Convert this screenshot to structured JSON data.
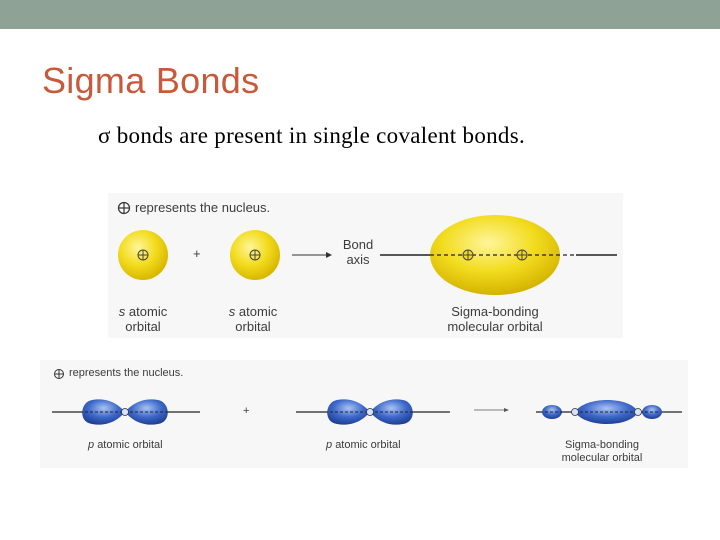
{
  "slide": {
    "title": "Sigma Bonds",
    "subtitle": "σ bonds are present in single covalent bonds."
  },
  "figure_s": {
    "legend": "represents the nucleus.",
    "plus": "+",
    "bond_axis_line1": "Bond",
    "bond_axis_line2": "axis",
    "orbital1_letter": "s",
    "orbital1_rest": "atomic",
    "orbital1_line2": "orbital",
    "orbital2_letter": "s",
    "orbital2_rest": "atomic",
    "orbital2_line2": "orbital",
    "result_line1": "Sigma-bonding",
    "result_line2": "molecular orbital",
    "colors": {
      "orbital": "#f2dc1e",
      "highlight": "#fff59a",
      "axis": "#222222"
    }
  },
  "figure_p": {
    "legend": "represents the nucleus.",
    "plus": "+",
    "orbital1_letter": "p",
    "orbital1_rest": "atomic orbital",
    "orbital2_letter": "p",
    "orbital2_rest": "atomic orbital",
    "result_line1": "Sigma-bonding",
    "result_line2": "molecular orbital",
    "colors": {
      "orbital": "#3d68c9",
      "highlight": "#a9c3f5",
      "axis": "#222222"
    }
  }
}
